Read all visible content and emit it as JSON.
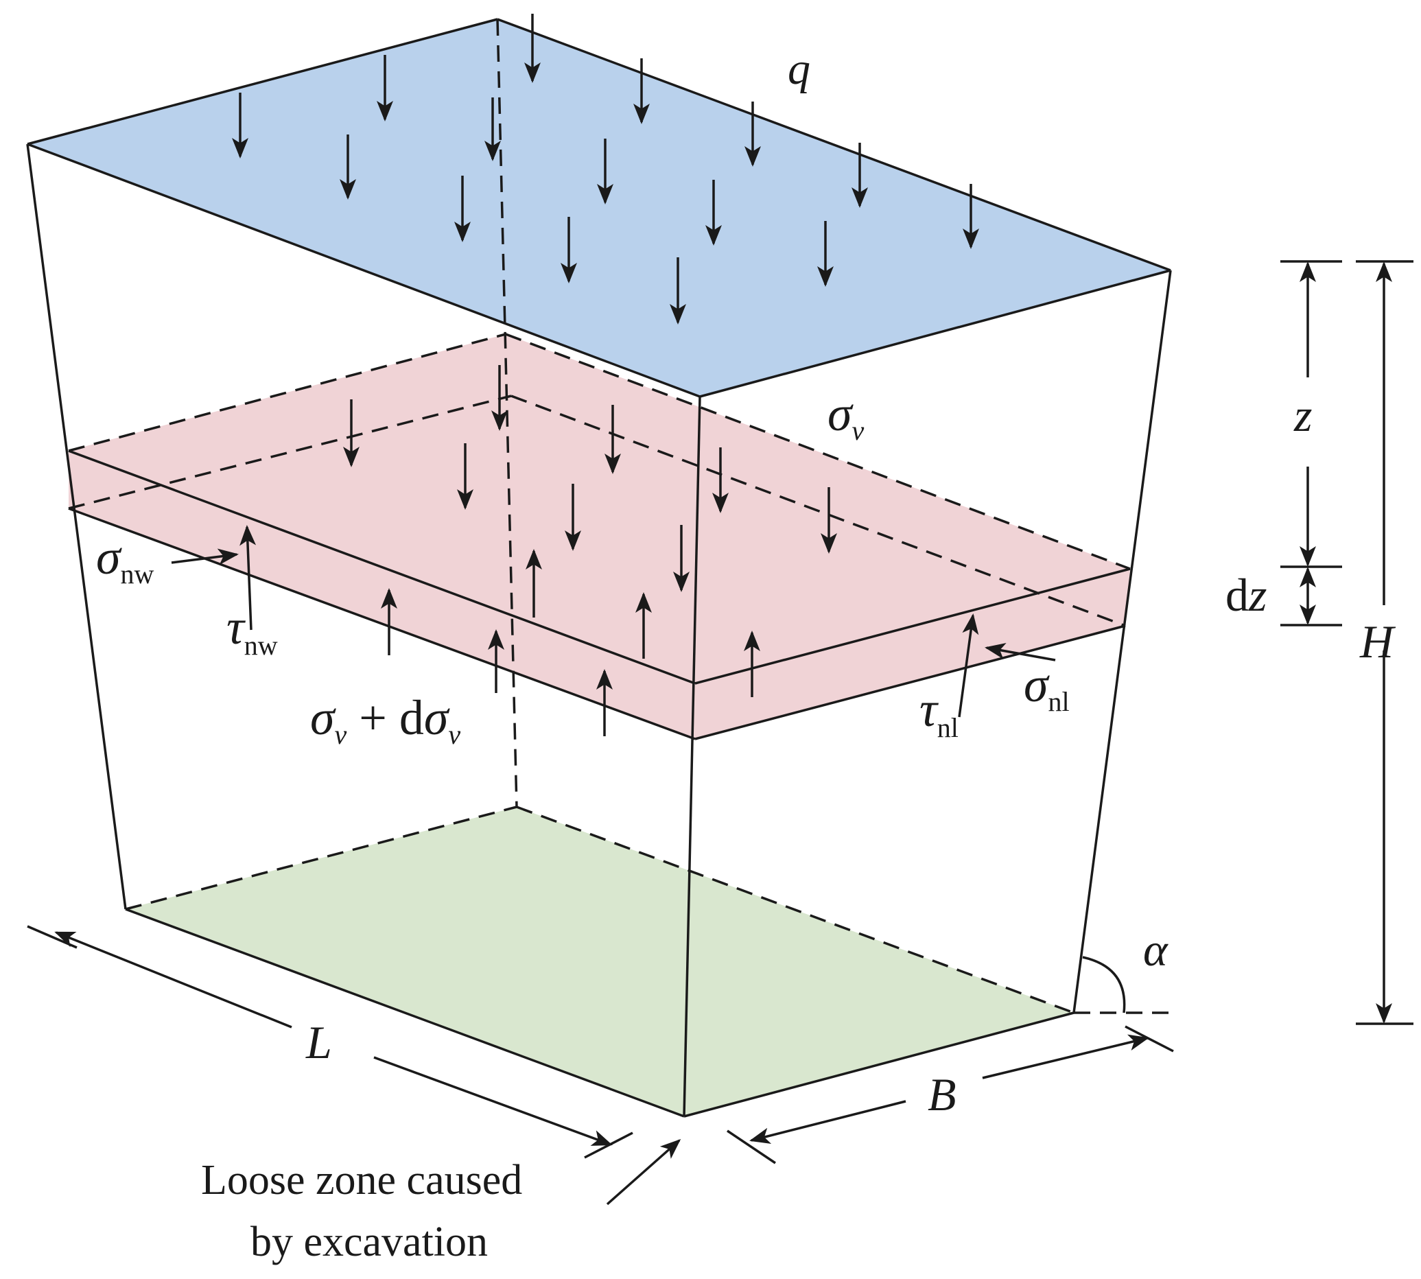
{
  "colors": {
    "top_face": "#b9d1ec",
    "slice": "#f0d3d6",
    "bottom_face": "#d9e7cf",
    "line": "#1a1a1a"
  },
  "labels": {
    "q": "q",
    "sigma_v": "σ",
    "sigma_v_sub": "v",
    "sigma_nw": "σ",
    "sigma_nw_sub": "nw",
    "tau_nw": "τ",
    "tau_nw_sub": "nw",
    "sigma_v_dsigma_main": "σ",
    "sigma_v_dsigma_sub": "v",
    "sigma_v_dsigma_plus": " + d",
    "sigma_v_dsigma_main2": "σ",
    "sigma_v_dsigma_sub2": "v",
    "tau_nl": "τ",
    "tau_nl_sub": "nl",
    "sigma_nl": "σ",
    "sigma_nl_sub": "nl",
    "z": "z",
    "dz_d": "d",
    "dz_z": "z",
    "H": "H",
    "alpha": "α",
    "L": "L",
    "B": "B",
    "caption_line1": "Loose zone caused",
    "caption_line2": "by excavation"
  }
}
